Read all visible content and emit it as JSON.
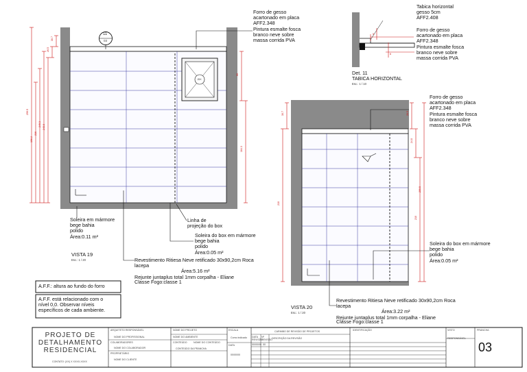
{
  "vista19": {
    "title": "VISTA 19",
    "scale": "Esc.: 1 / 20",
    "marker_number": "11",
    "marker_sheet": "03",
    "ceiling_note": [
      "Forro de gesso",
      "acartonado em placa",
      "AFF2.348",
      "Pintura esmalte fosca",
      "branco neve sobre",
      "massa corrida PVA"
    ],
    "sill_note": [
      "Soleira em mármore",
      "bege bahia",
      "polido",
      "Área:0.11 m²"
    ],
    "box_line_note": [
      "Linha de",
      "projeção do box"
    ],
    "box_sill_note": [
      "Soleira do box em mármore",
      "bege bahia",
      "polido",
      "Área:0.05 m²"
    ],
    "tile_note": [
      "Revestimento Ritiesa Neve retificado 30x90,2cm Roca",
      "lacepa",
      "Área:5.16 m²",
      "Rejunte juntaplus total 1mm corpalha - Eliane"
    ],
    "fire_class": "Classe Fogo:classe 1",
    "window_label": "JDK",
    "dims_left": [
      "30.7",
      "26.5",
      "248.8",
      "249.3",
      "216",
      "196.2",
      "299.5"
    ],
    "dims_right": [
      "60",
      "164.3"
    ]
  },
  "detail11": {
    "title": "Det. 11",
    "subtitle": "TABICA HORIZONTAL",
    "scale": "Esc.: 1 / 10",
    "notes_a": [
      "Tabica horizontal",
      "gesso 5cm",
      "AFF2.408"
    ],
    "notes_b": [
      "Forro de gesso",
      "acartonado em placa",
      "AFF2.348",
      "Pintura esmalte fosca",
      "branco neve sobre",
      "massa corrida PVA"
    ],
    "dims": [
      "5",
      "6"
    ]
  },
  "vista20": {
    "title": "VISTA 20",
    "scale": "Esc.: 1 / 20",
    "ceiling_note": [
      "Forro de gesso",
      "acartonado em placa",
      "AFF2.348",
      "Pintura esmalte fosca",
      "branco neve sobre",
      "massa corrida PVA"
    ],
    "sill_note": [
      "Soleira do box em mármore",
      "bege bahia",
      "polido",
      "Área:0.05 m²"
    ],
    "tile_note": [
      "Revestimento Ritiesa Neve retificado 30x90,2cm Roca",
      "lacepa",
      "Área:3.22 m²",
      "Rejunte juntaplus total 1mm corpalha - Eliane"
    ],
    "fire_class": "Classe Fogo:classe 1",
    "dims_left": [
      "30.7",
      "210",
      "248.8",
      "299.6"
    ],
    "dims_right": [
      "26.5",
      "24.8",
      "210",
      "299.5"
    ]
  },
  "legend": {
    "aff_note": "A.F.F.: altura ao fundo do forro",
    "level_note": [
      "A.F.F. está relacionado com o",
      "nível 0,0. Observar níveis",
      "específicos de cada ambiente."
    ]
  },
  "title_block": {
    "project_title": [
      "PROJETO DE",
      "DETALHAMENTO",
      "RESIDENCIAL"
    ],
    "contact": "CONTATO: (XX) X XXXX-XXXX",
    "responsible_label": "ARQUITETO RESPONSÁVEL",
    "responsible_value": "NOME DO PROFISSIONAL",
    "collaborators_label": "COLABORADORES",
    "collaborators_value": "NOME DO COLABORADOR",
    "owner_label": "PROPRIETÁRIO",
    "owner_value": "NOME DO CLIENTE",
    "project_name_label": "NOME DO PROJETO",
    "environment_label": "NOME DO AMBIENTE",
    "content_label": "CONTEÚDO",
    "content_value": "NOME DO CONTEÚDO",
    "sheet_content": "CONTEÚDO DA PRANCHA",
    "scale_label": "ESCALA",
    "scale_value": "Como indicado",
    "date_label": "DATA",
    "date_value": "00/00/00",
    "revision_stamp_label": "CARIMBO DE REVISÃO DE PROJETOS",
    "rev_date_label": "DATA REVISÃO",
    "rev_num_label": "Nº REVISÃO",
    "rev_desc_label": "DESCRIÇÃO DA REVISÃO",
    "rev_date_value": "00/00/00",
    "rev_num_value": "00",
    "identification_label": "IDENTIFICAÇÃO",
    "visto_label": "VISTO",
    "responsavel_label": "RESPONSÁVEL",
    "sheet_label": "PRANCHA",
    "sheet_number": "03"
  },
  "colors": {
    "tile_grid": "#3a3aa0",
    "dimension": "#cc1111",
    "wall": "#8a8a8a",
    "line": "#111111"
  }
}
